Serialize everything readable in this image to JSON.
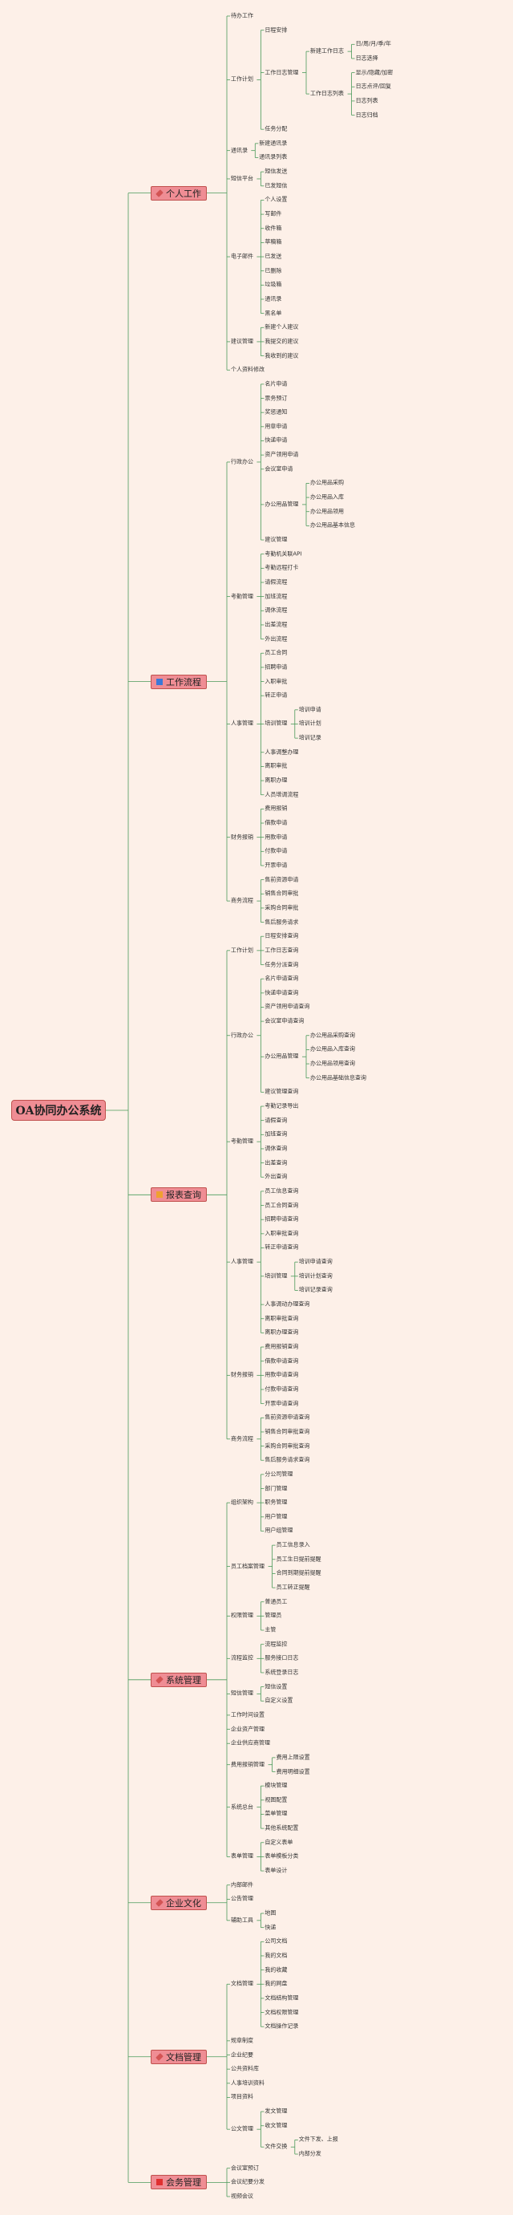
{
  "root": "OA协同办公系统",
  "colors": {
    "section_fill": "#ef8d94",
    "section_border": "#c0504d",
    "line": "#4a9a5a",
    "background": "#fdf0e8"
  },
  "tree": [
    {
      "t": "个人工作",
      "icon": "pencil-icon",
      "icolor": "#d35454",
      "c": [
        {
          "t": "待办工作"
        },
        {
          "t": "工作计划",
          "c": [
            {
              "t": "日程安排"
            },
            {
              "t": "工作日志管理",
              "c": [
                {
                  "t": "新建工作日志",
                  "c": [
                    {
                      "t": "日/周/月/季/年"
                    },
                    {
                      "t": "日志选择"
                    }
                  ]
                },
                {
                  "t": "工作日志列表",
                  "c": [
                    {
                      "t": "显示/隐藏/加密"
                    },
                    {
                      "t": "日志点评/回复"
                    },
                    {
                      "t": "日志列表"
                    },
                    {
                      "t": "日志归档"
                    }
                  ]
                }
              ]
            },
            {
              "t": "任务分配"
            }
          ]
        },
        {
          "t": "通讯录",
          "c": [
            {
              "t": "新建通讯录"
            },
            {
              "t": "通讯录列表"
            }
          ]
        },
        {
          "t": "短信平台",
          "c": [
            {
              "t": "短信发送"
            },
            {
              "t": "已发短信"
            }
          ]
        },
        {
          "t": "电子邮件",
          "c": [
            {
              "t": "个人设置"
            },
            {
              "t": "写邮件"
            },
            {
              "t": "收件箱"
            },
            {
              "t": "草稿箱"
            },
            {
              "t": "已发送"
            },
            {
              "t": "已删除"
            },
            {
              "t": "垃圾箱"
            },
            {
              "t": "通讯录"
            },
            {
              "t": "黑名单"
            }
          ]
        },
        {
          "t": "建议管理",
          "c": [
            {
              "t": "新建个人建议"
            },
            {
              "t": "我提交的建议"
            },
            {
              "t": "我收到的建议"
            }
          ]
        },
        {
          "t": "个人资料修改"
        }
      ]
    },
    {
      "t": "工作流程",
      "icon": "workflow-icon",
      "icolor": "#3c78d8",
      "c": [
        {
          "t": "行政办公",
          "c": [
            {
              "t": "名片申请"
            },
            {
              "t": "票务预订"
            },
            {
              "t": "奖惩通知"
            },
            {
              "t": "用章申请"
            },
            {
              "t": "快递申请"
            },
            {
              "t": "资产领用申请"
            },
            {
              "t": "会议室申请"
            },
            {
              "t": "办公用品管理",
              "c": [
                {
                  "t": "办公用品采购"
                },
                {
                  "t": "办公用品入库"
                },
                {
                  "t": "办公用品领用"
                },
                {
                  "t": "办公用品基本信息"
                }
              ]
            },
            {
              "t": "建议管理"
            }
          ]
        },
        {
          "t": "考勤管理",
          "c": [
            {
              "t": "考勤机关联API"
            },
            {
              "t": "考勤远程打卡"
            },
            {
              "t": "请假流程"
            },
            {
              "t": "加班流程"
            },
            {
              "t": "调休流程"
            },
            {
              "t": "出差流程"
            },
            {
              "t": "外出流程"
            }
          ]
        },
        {
          "t": "人事管理",
          "c": [
            {
              "t": "员工合同"
            },
            {
              "t": "招聘申请"
            },
            {
              "t": "入职审批"
            },
            {
              "t": "转正申请"
            },
            {
              "t": "培训管理",
              "c": [
                {
                  "t": "培训申请"
                },
                {
                  "t": "培训计划"
                },
                {
                  "t": "培训记录"
                }
              ]
            },
            {
              "t": "人事调整办理"
            },
            {
              "t": "离职审批"
            },
            {
              "t": "离职办理"
            },
            {
              "t": "人员增调流程"
            }
          ]
        },
        {
          "t": "财务报销",
          "c": [
            {
              "t": "费用报销"
            },
            {
              "t": "借款申请"
            },
            {
              "t": "用款申请"
            },
            {
              "t": "付款申请"
            },
            {
              "t": "开票申请"
            }
          ]
        },
        {
          "t": "商务流程",
          "c": [
            {
              "t": "售前资源申请"
            },
            {
              "t": "销售合同审批"
            },
            {
              "t": "采购合同审批"
            },
            {
              "t": "售后服务请求"
            }
          ]
        }
      ]
    },
    {
      "t": "报表查询",
      "icon": "chart-icon",
      "icolor": "#f0a030",
      "c": [
        {
          "t": "工作计划",
          "c": [
            {
              "t": "日程安排查询"
            },
            {
              "t": "工作日志查询"
            },
            {
              "t": "任务分派查询"
            }
          ]
        },
        {
          "t": "行政办公",
          "c": [
            {
              "t": "名片申请查询"
            },
            {
              "t": "快递申请查询"
            },
            {
              "t": "资产领用申请查询"
            },
            {
              "t": "会议室申请查询"
            },
            {
              "t": "办公用品管理",
              "c": [
                {
                  "t": "办公用品采购查询"
                },
                {
                  "t": "办公用品入库查询"
                },
                {
                  "t": "办公用品领用查询"
                },
                {
                  "t": "办公用品基础信息查询"
                }
              ]
            },
            {
              "t": "建议管理查询"
            }
          ]
        },
        {
          "t": "考勤管理",
          "c": [
            {
              "t": "考勤记录导出"
            },
            {
              "t": "请假查询"
            },
            {
              "t": "加班查询"
            },
            {
              "t": "调休查询"
            },
            {
              "t": "出差查询"
            },
            {
              "t": "外出查询"
            }
          ]
        },
        {
          "t": "人事管理",
          "c": [
            {
              "t": "员工信息查询"
            },
            {
              "t": "员工合同查询"
            },
            {
              "t": "招聘申请查询"
            },
            {
              "t": "入职审批查询"
            },
            {
              "t": "转正申请查询"
            },
            {
              "t": "培训管理",
              "c": [
                {
                  "t": "培训申请查询"
                },
                {
                  "t": "培训计划查询"
                },
                {
                  "t": "培训记录查询"
                }
              ]
            },
            {
              "t": "人事调动办理查询"
            },
            {
              "t": "离职审批查询"
            },
            {
              "t": "离职办理查询"
            }
          ]
        },
        {
          "t": "财务报销",
          "c": [
            {
              "t": "费用报销查询"
            },
            {
              "t": "借款申请查询"
            },
            {
              "t": "用款申请查询"
            },
            {
              "t": "付款申请查询"
            },
            {
              "t": "开票申请查询"
            }
          ]
        },
        {
          "t": "商务流程",
          "c": [
            {
              "t": "售前资源申请查询"
            },
            {
              "t": "销售合同审批查询"
            },
            {
              "t": "采购合同审批查询"
            },
            {
              "t": "售后服务请求查询"
            }
          ]
        }
      ]
    },
    {
      "t": "系统管理",
      "icon": "pencil-icon",
      "icolor": "#d35454",
      "c": [
        {
          "t": "组织架构",
          "c": [
            {
              "t": "分公司管理"
            },
            {
              "t": "部门管理"
            },
            {
              "t": "职务管理"
            },
            {
              "t": "用户管理"
            },
            {
              "t": "用户组管理"
            }
          ]
        },
        {
          "t": "员工档案管理",
          "c": [
            {
              "t": "员工信息录入"
            },
            {
              "t": "员工生日提前提醒"
            },
            {
              "t": "合同到期提前提醒"
            },
            {
              "t": "员工转正提醒"
            }
          ]
        },
        {
          "t": "权限管理",
          "c": [
            {
              "t": "普通员工"
            },
            {
              "t": "管理员"
            },
            {
              "t": "主管"
            }
          ]
        },
        {
          "t": "流程监控",
          "c": [
            {
              "t": "流程监控"
            },
            {
              "t": "服务接口日志"
            },
            {
              "t": "系统登录日志"
            }
          ]
        },
        {
          "t": "短信管理",
          "c": [
            {
              "t": "短信设置"
            },
            {
              "t": "自定义设置"
            }
          ]
        },
        {
          "t": "工作时间设置"
        },
        {
          "t": "企业资产管理"
        },
        {
          "t": "企业供应商管理"
        },
        {
          "t": "费用报销管理",
          "c": [
            {
              "t": "费用上限设置"
            },
            {
              "t": "费用明细设置"
            }
          ]
        },
        {
          "t": "系统总台",
          "c": [
            {
              "t": "模块管理"
            },
            {
              "t": "视图配置"
            },
            {
              "t": "菜单管理"
            },
            {
              "t": "其他系统配置"
            }
          ]
        },
        {
          "t": "表单管理",
          "c": [
            {
              "t": "自定义表单"
            },
            {
              "t": "表单模板分类"
            },
            {
              "t": "表单设计"
            }
          ]
        }
      ]
    },
    {
      "t": "企业文化",
      "icon": "pencil-icon",
      "icolor": "#d35454",
      "c": [
        {
          "t": "内部邮件"
        },
        {
          "t": "公告管理"
        },
        {
          "t": "辅助工具",
          "c": [
            {
              "t": "地图"
            },
            {
              "t": "快递"
            }
          ]
        }
      ]
    },
    {
      "t": "文档管理",
      "icon": "pencil-icon",
      "icolor": "#d35454",
      "c": [
        {
          "t": "文档管理",
          "c": [
            {
              "t": "公司文档"
            },
            {
              "t": "我的文档"
            },
            {
              "t": "我的收藏"
            },
            {
              "t": "我的网盘"
            },
            {
              "t": "文档结构管理"
            },
            {
              "t": "文档权限管理"
            },
            {
              "t": "文档操作记录"
            }
          ]
        },
        {
          "t": "规章制度"
        },
        {
          "t": "企业纪要"
        },
        {
          "t": "公共资料库"
        },
        {
          "t": "人事培训资料"
        },
        {
          "t": "项目资料"
        },
        {
          "t": "公文管理",
          "c": [
            {
              "t": "发文管理"
            },
            {
              "t": "收文管理"
            },
            {
              "t": "文件交换",
              "c": [
                {
                  "t": "文件下发、上报"
                },
                {
                  "t": "内部分发"
                }
              ]
            }
          ]
        }
      ]
    },
    {
      "t": "会务管理",
      "icon": "meeting-icon",
      "icolor": "#e03030",
      "c": [
        {
          "t": "会议室预订"
        },
        {
          "t": "会议纪要分发"
        },
        {
          "t": "视频会议"
        }
      ]
    }
  ]
}
